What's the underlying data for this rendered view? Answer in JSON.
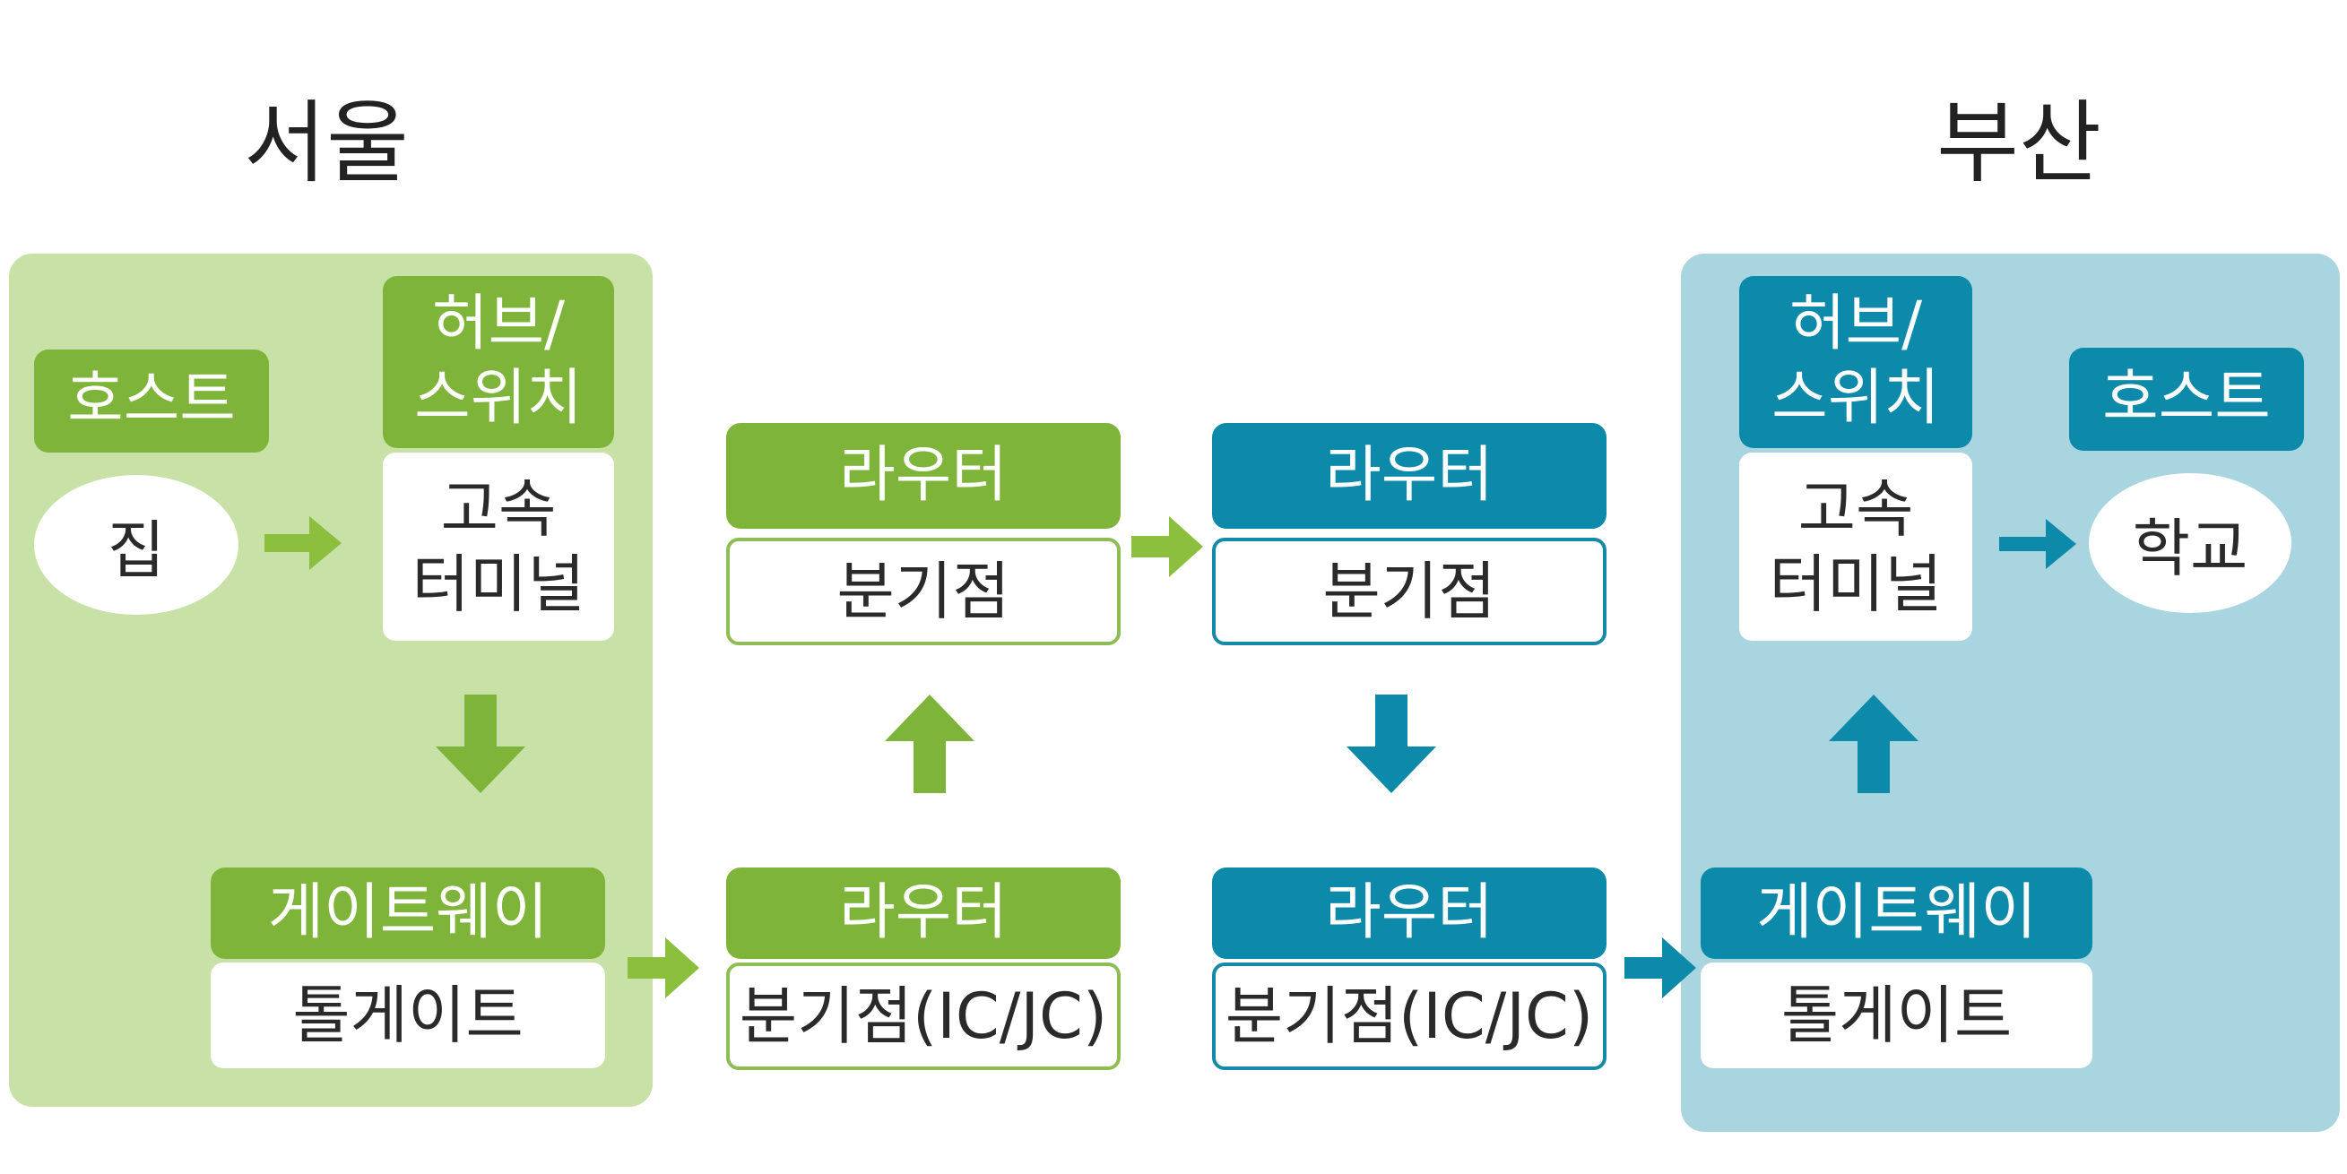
{
  "regions": {
    "seoul": {
      "title": "서울"
    },
    "busan": {
      "title": "부산"
    }
  },
  "nodes": {
    "seoul_host": {
      "label": "호스트",
      "item": "집"
    },
    "seoul_hub": {
      "label": "허브/\n스위치",
      "item": "고속\n터미널"
    },
    "seoul_gateway": {
      "label": "게이트웨이",
      "item": "톨게이트"
    },
    "router_bottom_left": {
      "label": "라우터",
      "item": "분기점(IC/JC)"
    },
    "router_top_left": {
      "label": "라우터",
      "item": "분기점"
    },
    "router_top_right": {
      "label": "라우터",
      "item": "분기점"
    },
    "router_bottom_right": {
      "label": "라우터",
      "item": "분기점(IC/JC)"
    },
    "busan_gateway": {
      "label": "게이트웨이",
      "item": "톨게이트"
    },
    "busan_hub": {
      "label": "허브/\n스위치",
      "item": "고속\n터미널"
    },
    "busan_host": {
      "label": "호스트",
      "item": "학교"
    }
  },
  "colors": {
    "seoul_region": "#c7e1a6",
    "busan_region": "#a9d5e0",
    "green_accent": "#7fb43a",
    "blue_accent": "#0d8aaa"
  }
}
